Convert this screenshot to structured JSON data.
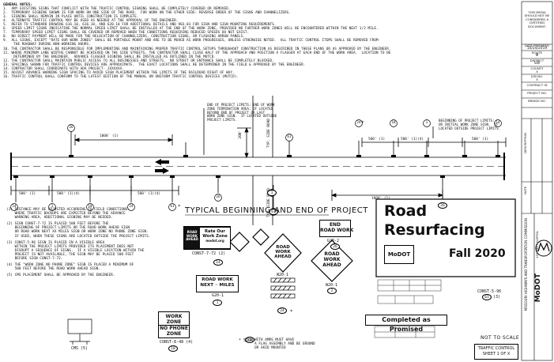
{
  "notes": {
    "heading": "GENERAL NOTES:",
    "items": [
      "1.  ANY EXISTING SIGNS THAT CONFLICT WITH THE TRAFFIC CONTROL SIGNING SHALL BE COMPLETELY COVERED OR REMOVED.",
      "2.  TEMPORARY SIGNING SHOWN IS FOR WORK ON ONE SIDE OF THE ROAD.  FOR WORK ON THE OTHER SIDE: REVERSE ORDER OF THE SIGNS AND CHANNELIZERS.",
      "3.  SIGNING SHALL REMAIN IN PLACE UNTIL CONSTRUCTION IS COMPLETE.",
      "4.  ALTERNATE TRAFFIC CONTROL MAY BE USED AS NEEDED AT THE APPROVAL OF THE ENGINEER.",
      "5.  REFER TO STANDARD DRAWING 616.10, 616.10, AND 620.10 FOR ADDITIONAL DETAILS AND 903.03 FOR SIGN AND SIGN MOUNTING REQUIREMENTS.",
      "6.  SPEED LIMIT SIGNS INDICATING THE NORMAL SPEED LIMIT SHALL BE INSTALLED AT THE END OF THE WORK ZONE, PROVIDED NO FURTHER WORK ZONES WILL BE ENCOUNTERED WITHIN THE NEXT 1/2 MILE.",
      "7.  TEMPORARY SPEED LIMIT SIGNS SHALL BE COVERED OR REMOVED WHEN THE CONDITIONS REQUIRING REDUCED SPEEDS DO NOT EXIST.",
      "8.  NO DIRECT PAYMENT WILL BE MADE FOR THE RELOCATION OF CHANNELIZERS, CONSTRUCTION SIGNS, OR FLASHING ARROW PANELS.",
      "9.  ALL SIGNS, EXCEPT \"RATE OUR WORK ZONES\" SHALL BE PORTABLE MOUNT AND ARE TO BE MOVED AS WORK PROGRESSES, UNLESS OTHERWISE NOTED.  ALL TRAFFIC CONTROL ITEMS SHALL BE REMOVED FROM",
      "     THE ROADWAY DURING NON-WORKING HOURS.",
      "10. THE CONTRACTOR SHALL BE RESPONSIBLE FOR IMPLEMENTING AND MAINTAINING PROPER TRAFFIC CONTROL SETUPS THROUGHOUT CONSTRUCTION AS DESCRIBED IN THESE PLANS OR AS APPROVED BY THE ENGINEER.",
      "11. WHERE MINIMUM LANE WIDTHS CANNOT BE ACHIEVED ON THE SIDE STREETS, THE CONTRACTOR SHALL CLOSE HALF OF THE APPROACH AND POSITION A FLAGGER AT EACH END OF THE WORK AREA.  LOCATION TO BE",
      "     DETERMINED BY THE ENGINEER.  ADVANCE FLAGGER SIGNING SHALL BE INSTALLED AS OUTLINED IN THE MUTCD.",
      "12. THE CONTRACTOR SHALL MAINTAIN PUBLIC ACCESS TO ALL BUSINESSES AND STREETS.  NO STREET OR ENTRANCE SHALL BE COMPLETELY BLOCKED.",
      "13. SPACINGS SHOWN FOR TRAFFIC CONTROL DEVICES ARE APPROXIMATE.  THE EXACT LOCATIONS SHALL BE DETERMINED IN THE FIELD & APPROVED BY THE ENGINEER.",
      "14. CONTRACTOR SHALL COORDINATE WITH ADA PROJECT- JXXXXXX.",
      "15. ADJUST ADVANCE WARNING SIGN SPACING TO AVOID SIGN PLACEMENT WITHIN THE LIMITS OF THE RAILROAD RIGHT OF WAY.",
      "16. TRAFFIC CONTROL SHALL CONFORM TO THE LATEST EDITION OF THE MANUAL ON UNIFORM TRAFFIC CONTROL DEVICES (MUTCD)."
    ]
  },
  "plan": {
    "callout_end": "END OF PROJECT LIMITS: END OF WORK\nZONE TERMINATION AREA: IF LOCATED\nBEYOND END OF PROJECT OR LAST\nWORK ZONE SIGN.  IF LOCATED OUTSIDE\nPROJECT LIMITS.",
    "callout_begin": "BEGINNING OF PROJECT LIMITS:\nOR INITIAL WORK ZONE SIGN.  IF\nLOCATED OUTSIDE PROJECT LIMITS.",
    "dim_1000_top": "1000' (1)",
    "dim_200": "200'",
    "typ_side_road_top": "TYP. SIDE ROAD",
    "typ_side_road_bot": "TYP. SIDE ROAD",
    "dim_500_l1": "500' (1)",
    "dim_500_l2": "500' (1)(4)",
    "dim_500_l3": "500' (1)(4)",
    "dim_500_r1": "500' (1)",
    "dim_500_r2": "500' (1)(4)",
    "dim_500_r3": "500' (1)",
    "dim_1000_bot": "1000' (1)",
    "circles_top": [
      "26",
      "61",
      "24",
      "18",
      "1",
      "14"
    ],
    "circles_bot": [
      "14",
      "1",
      "18",
      "24",
      "61",
      "26"
    ],
    "asterisk": "*"
  },
  "footnotes": [
    "(1) DISTANCE MAY BE ADJUSTED ACCORDING TO FIELD CONDITIONS.\n    WHERE TRAFFIC BACKUPS ARE EXPECTED BEYOND THE ADVANCE\n    WARNING AREA, ADDITIONAL SIGNING MAY BE NEEDED.",
    "(2) SIGN CONST-7-72 IS PLACED 500 FEET BEFORE THE\n    BEGINNING OF PROJECT LIMITS OR THE ROAD WORK AHEAD SIGN\n    OR ROAD WORK NEXT XX MILES SIGN OR WORK ZONE NO PHONE ZONE SIGN.\n    IF USED, WHEN THESE SIGNS ARE LOCATED OUTSIDE THE PROJECT LIMITS.",
    "(3) CONST-5-96 SIGN IS PLACED IN A VISIBLE AREA\n    WITHIN THE PROJECT LIMITS PROVIDED ITS PLACEMENT DOES NOT\n    DISRUPT A SEQUENCE OF SIGNS.  IF A VISIBLE LOCATION WITHIN THE\n    PROJECT IS NOT AVAILABLE, THE SIGN MAY BE PLACED 500 FEET\n    BEFORE SIGN CONST-7-72.",
    "(4) THE \"WORK ZONE NO PHONE ZONE\" SIGN IS PLACED A MINIMUM OF\n    500 FEET BEFORE THE ROAD WORK AHEAD SIGN.",
    "(5) CMS PLACEMENT SHALL BE APPROVED BY THE ENGINEER."
  ],
  "typical_title": "TYPICAL BEGINNING AND END OF PROJECT",
  "signs": {
    "rate_line1": "Rate Our",
    "rate_line2": "Work Zone",
    "rate_site": "modot.org",
    "rate_road": "ROAD\nWORK\nAHEAD",
    "rate_caption": "CONST-7-72 (2)",
    "rate_circle": "14",
    "end_road_work": "END\nROAD WORK",
    "end_caption": "G20-2",
    "end_circle": "26",
    "raw_center": "ROAD\nWORK\nAHEAD",
    "raw_center_caption": "W20-1",
    "raw_center_circle": "24",
    "raw_right": "ROAD\nWORK\nAHEAD",
    "raw_right_caption": "W20-1",
    "raw_right_circle": "2",
    "next_miles_l1": "ROAD WORK",
    "next_miles_l2": "NEXT ◦ MILES",
    "next_caption": "G20-1",
    "next_circle": "1",
    "wz_line1": "WORK ZONE",
    "wz_line2": "NO PHONE",
    "wz_line3": "ZONE",
    "wz_caption": "CONST-8-48 (4)",
    "wz_circle": "18",
    "cms_caption": "CMS (5)",
    "note_sign": "* SIGN",
    "note_circle": "24",
    "note_text": "WITH AMRS MUST HAVE\nA FLAG ASSEMBLY AND BE GROUND\nOR SKID MOUNTED"
  },
  "resurfacing": {
    "line1": "Road",
    "line2": "Resurfacing",
    "logo": "MoDOT",
    "season": "Fall 2020",
    "caption": "CONST-5-96",
    "caption2": "(3)",
    "circle": "61",
    "promised": "Completed as Promised"
  },
  "not_to_scale": "NOT TO SCALE",
  "sheet": {
    "line1": "TRAFFIC CONTROL",
    "line2": "SHEET 1 OF X"
  },
  "title_block": {
    "org_vertical": "MISSOURI HIGHWAYS AND TRANSPORTATION COMMISSION",
    "description": "DESCRIPTION",
    "date": "DATE",
    "stamp": "THIS MEDIA SHOULD NOT BE CONSIDERED A CERTIFIED DOCUMENT.",
    "date_prepared_label": "DATE PREPARED",
    "date_prepared": "10/24/2019",
    "route_label": "ROUTE",
    "route": "M",
    "district_label": "DISTRICT",
    "district": "SW",
    "county_label": "COUNTY",
    "county": "X",
    "job_no_label": "JOB NO.",
    "job_no": "X",
    "contract_label": "CONTRACT ID",
    "project_label": "PROJECT NO.",
    "bridge_label": "BRIDGE NO.",
    "address": "105 WEST CAPITOL",
    "logo": "MoDOT"
  }
}
